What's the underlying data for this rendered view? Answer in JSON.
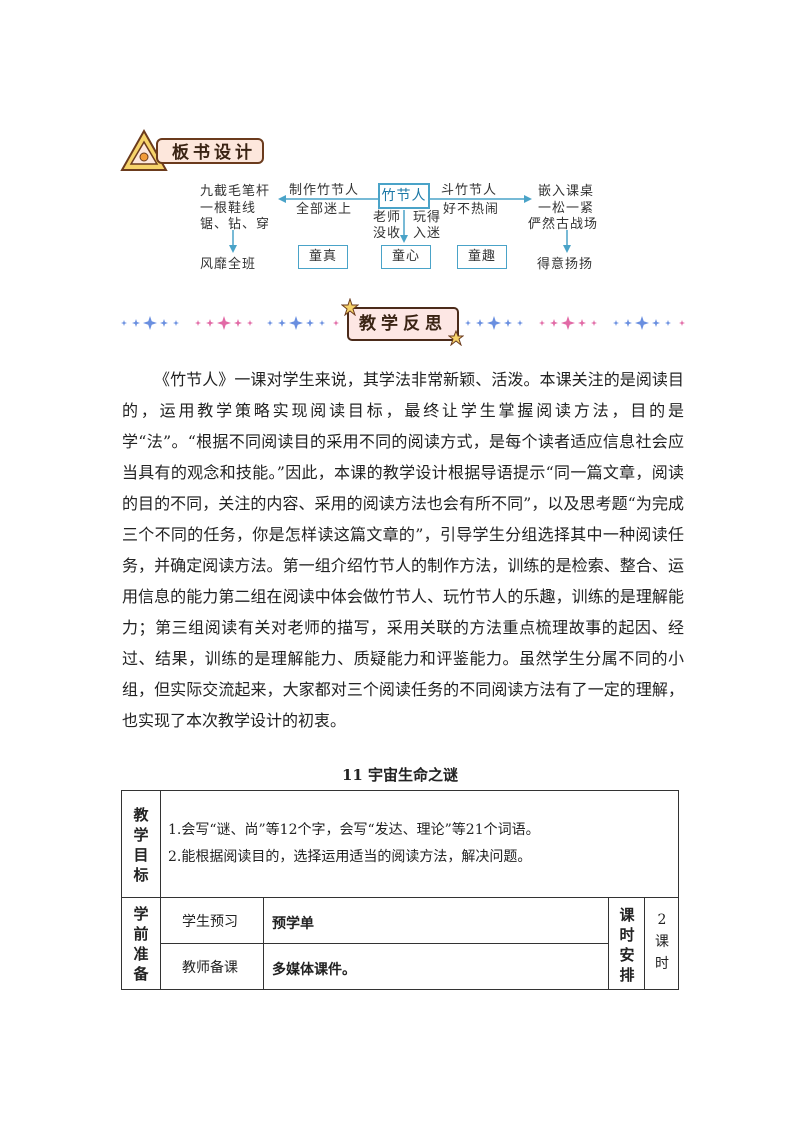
{
  "board": {
    "banner": "板书设计",
    "center": "竹节人",
    "left_text": [
      "九截毛笔杆",
      "一根鞋线",
      "锯、钻、穿"
    ],
    "left_bottom": "风靡全班",
    "mid_left": [
      "制作竹节人",
      "全部迷上"
    ],
    "mid_right": [
      "斗竹节人",
      "好不热闹"
    ],
    "under_left": [
      "老师",
      "没收"
    ],
    "under_right": [
      "玩得",
      "入迷"
    ],
    "right_text": [
      "嵌入课桌",
      "一松一紧",
      "俨然古战场"
    ],
    "right_bottom": "得意扬扬",
    "boxes": [
      "童真",
      "童心",
      "童趣"
    ]
  },
  "reflection": {
    "banner": "教学反思",
    "paragraph": "《竹节人》一课对学生来说，其学法非常新颖、活泼。本课关注的是阅读目的，运用教学策略实现阅读目标，最终让学生掌握阅读方法，目的是学“法”。“根据不同阅读目的采用不同的阅读方式，是每个读者适应信息社会应当具有的观念和技能。”因此，本课的教学设计根据导语提示“同一篇文章，阅读的目的不同，关注的内容、采用的阅读方法也会有所不同”，以及思考题“为完成三个不同的任务，你是怎样读这篇文章的”，引导学生分组选择其中一种阅读任务，并确定阅读方法。第一组介绍竹节人的制作方法，训练的是检索、整合、运用信息的能力第二组在阅读中体会做竹节人、玩竹节人的乐趣，训练的是理解能力；第三组阅读有关对老师的描写，采用关联的方法重点梳理故事的起因、经过、结果，训练的是理解能力、质疑能力和评鉴能力。虽然学生分属不同的小组，但实际交流起来，大家都对三个阅读任务的不同阅读方法有了一定的理解，也实现了本次教学设计的初衷。"
  },
  "lesson": {
    "title": "11 宇宙生命之谜",
    "goals_label": [
      "教",
      "学",
      "目",
      "标"
    ],
    "goals": [
      "1.会写“谜、尚”等12个字，会写“发达、理论”等21个词语。",
      "2.能根据阅读目的，选择运用适当的阅读方法，解决问题。"
    ],
    "prep_label": [
      "学",
      "前",
      "准",
      "备"
    ],
    "student_prep_label": "学生预习",
    "student_prep_value": "预学单",
    "teacher_prep_label": "教师备课",
    "teacher_prep_value": "多媒体课件。",
    "schedule_label": [
      "课",
      "时",
      "安",
      "排"
    ],
    "schedule_value": [
      "2",
      "课",
      "时"
    ]
  },
  "colors": {
    "accent_blue": "#4aa3c8",
    "banner_fill": "#fde7dc",
    "star_pink": "#e26aa6",
    "star_blue": "#6a8fe0"
  }
}
